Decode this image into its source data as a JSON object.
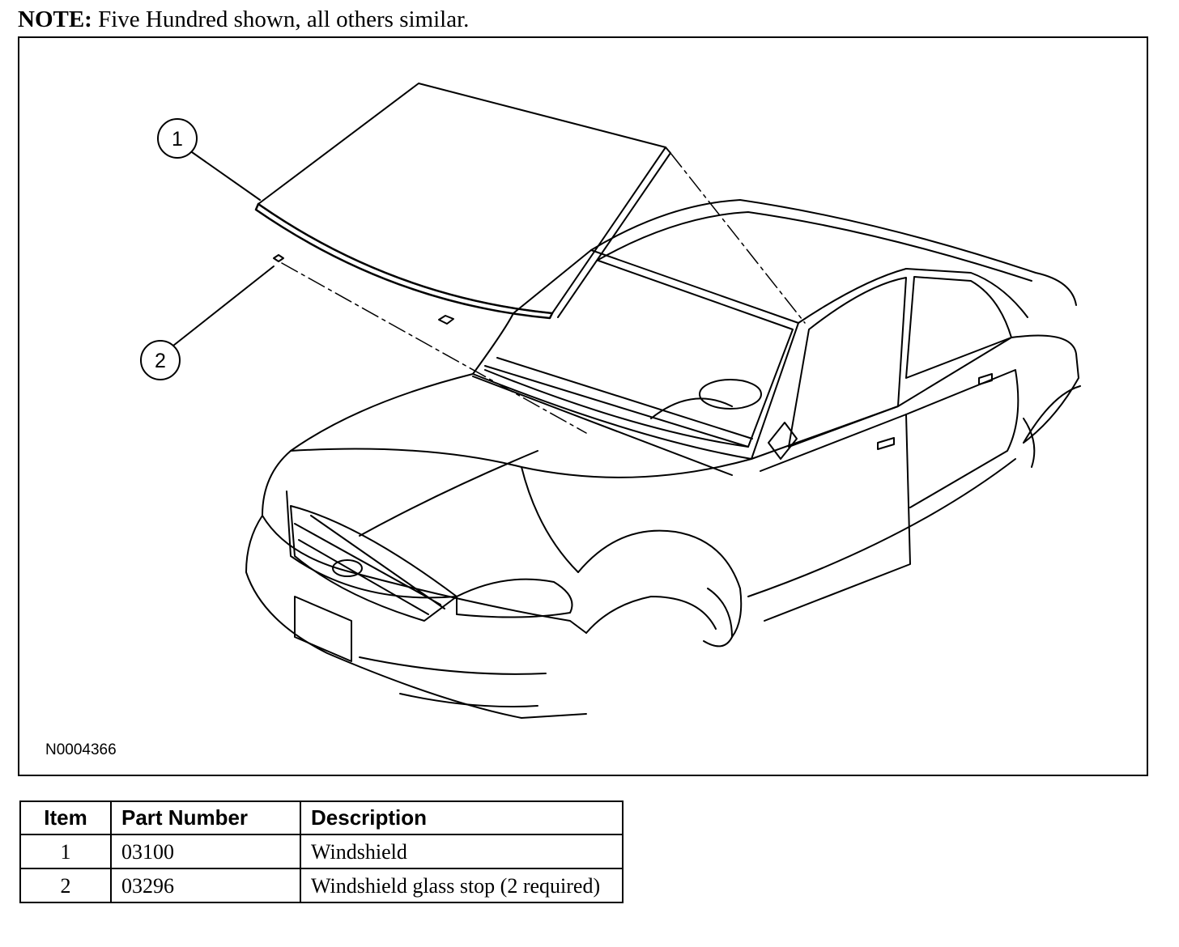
{
  "note": {
    "label": "NOTE:",
    "text": " Five Hundred shown, all others similar."
  },
  "figure": {
    "id": "N0004366",
    "callouts": [
      "1",
      "2"
    ]
  },
  "table": {
    "headers": [
      "Item",
      "Part Number",
      "Description"
    ],
    "rows": [
      {
        "item": "1",
        "part": "03100",
        "desc": "Windshield"
      },
      {
        "item": "2",
        "part": "03296",
        "desc": "Windshield glass stop (2 required)"
      }
    ]
  }
}
